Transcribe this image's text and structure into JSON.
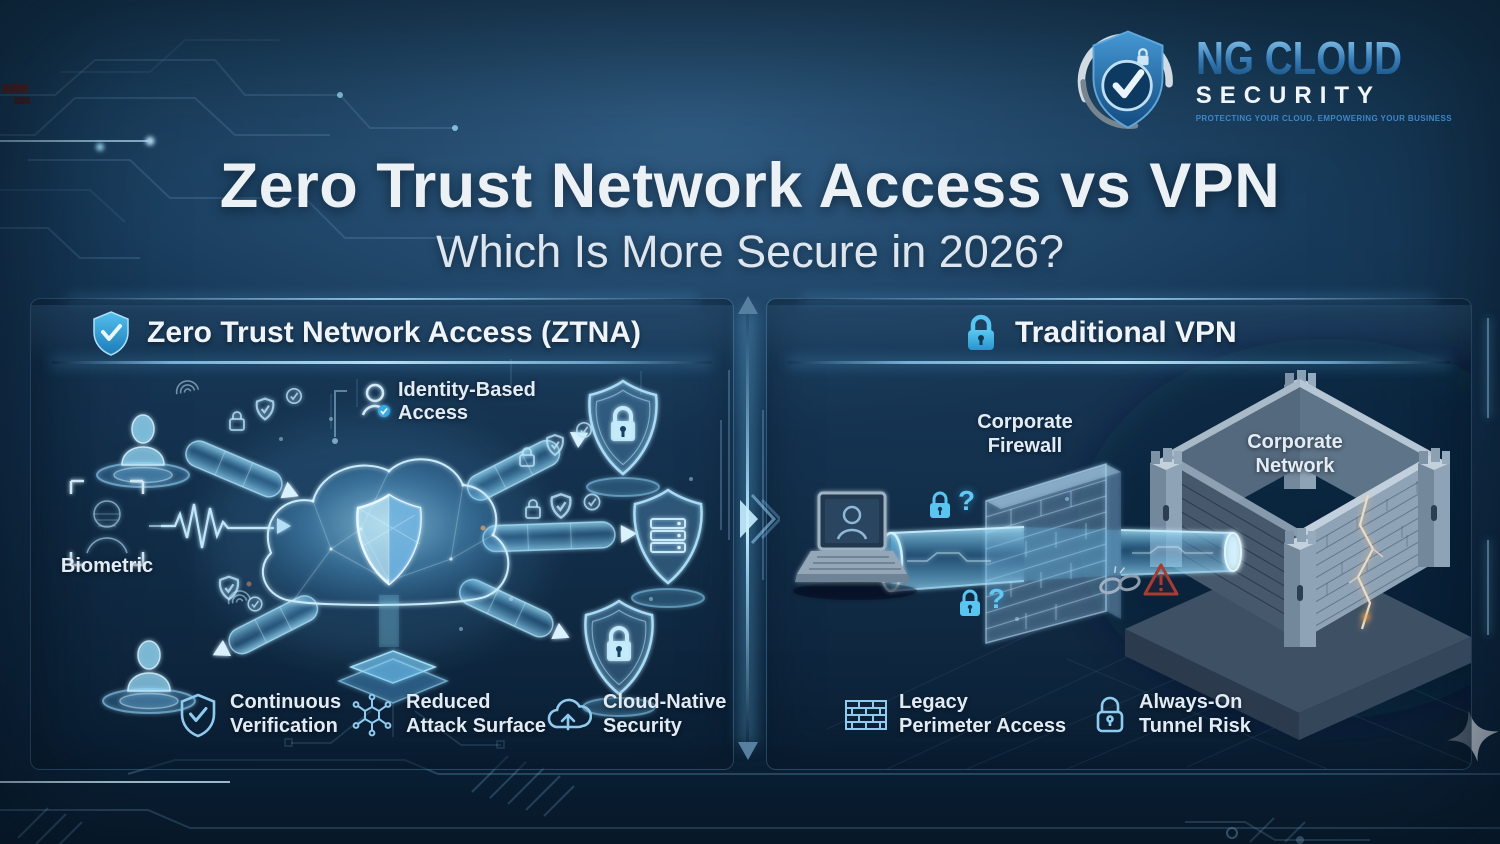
{
  "logo": {
    "line1": "NG CLOUD",
    "line2": "SECURITY",
    "tagline": "PROTECTING YOUR CLOUD. EMPOWERING YOUR BUSINESS"
  },
  "header": {
    "title": "Zero Trust Network Access vs VPN",
    "subtitle": "Which Is More Secure in 2026?"
  },
  "ztna_panel": {
    "header": "Zero Trust Network Access (ZTNA)",
    "header_icon": "shield-check-icon",
    "labels": {
      "identity": {
        "line1": "Identity-Based",
        "line2": "Access"
      },
      "biometric": "Biometric"
    },
    "features": [
      {
        "icon": "shield-check-icon",
        "line1": "Continuous",
        "line2": "Verification"
      },
      {
        "icon": "attack-surface-icon",
        "line1": "Reduced",
        "line2": "Attack Surface"
      },
      {
        "icon": "cloud-icon",
        "line1": "Cloud-Native",
        "line2": "Security"
      }
    ]
  },
  "vpn_panel": {
    "header": "Traditional VPN",
    "header_icon": "lock-icon",
    "question_mark": "?",
    "labels": {
      "firewall": {
        "line1": "Corporate",
        "line2": "Firewall"
      },
      "network": {
        "line1": "Corporate",
        "line2": "Network"
      }
    },
    "features": [
      {
        "icon": "brick-wall-icon",
        "line1": "Legacy",
        "line2": "Perimeter Access"
      },
      {
        "icon": "lock-icon",
        "line1": "Always-On",
        "line2": "Tunnel Risk"
      }
    ]
  },
  "colors": {
    "accent_cyan": "#5fc9f0",
    "glow_blue": "#37a7e0",
    "text_white": "#e9f1f7",
    "warning_red": "#a63c32",
    "logo_blue": "#2e7fc2"
  }
}
